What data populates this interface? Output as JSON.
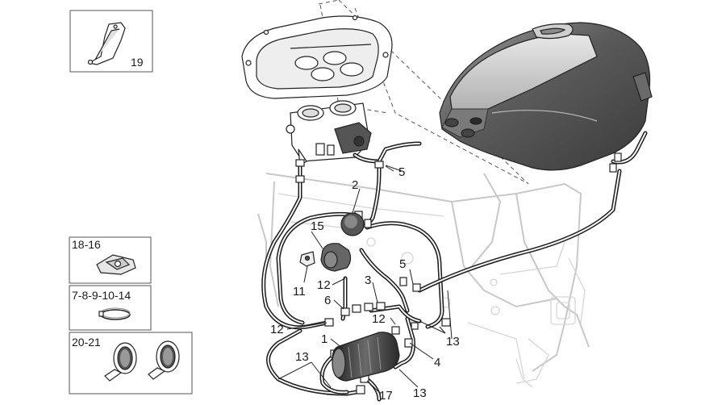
{
  "callouts": {
    "c1": "1",
    "c2": "2",
    "c3": "3",
    "c4": "4",
    "c5a": "5",
    "c5b": "5",
    "c6": "6",
    "c11": "11",
    "c12a": "12",
    "c12b": "12",
    "c12c": "12",
    "c13a": "13",
    "c13b": "13",
    "c13c": "13",
    "c15": "15",
    "c17": "17"
  },
  "kits": {
    "k19": "19",
    "k18_16": "18-16",
    "k7_14": "7-8-9-10-14",
    "k20_21": "20-21"
  },
  "colors": {
    "line": "#1c1c1c",
    "frame": "#c8c8c8",
    "tank_dark": "#4a4a4a",
    "tank_light": "#d8d8d8",
    "box_border": "#555555"
  }
}
